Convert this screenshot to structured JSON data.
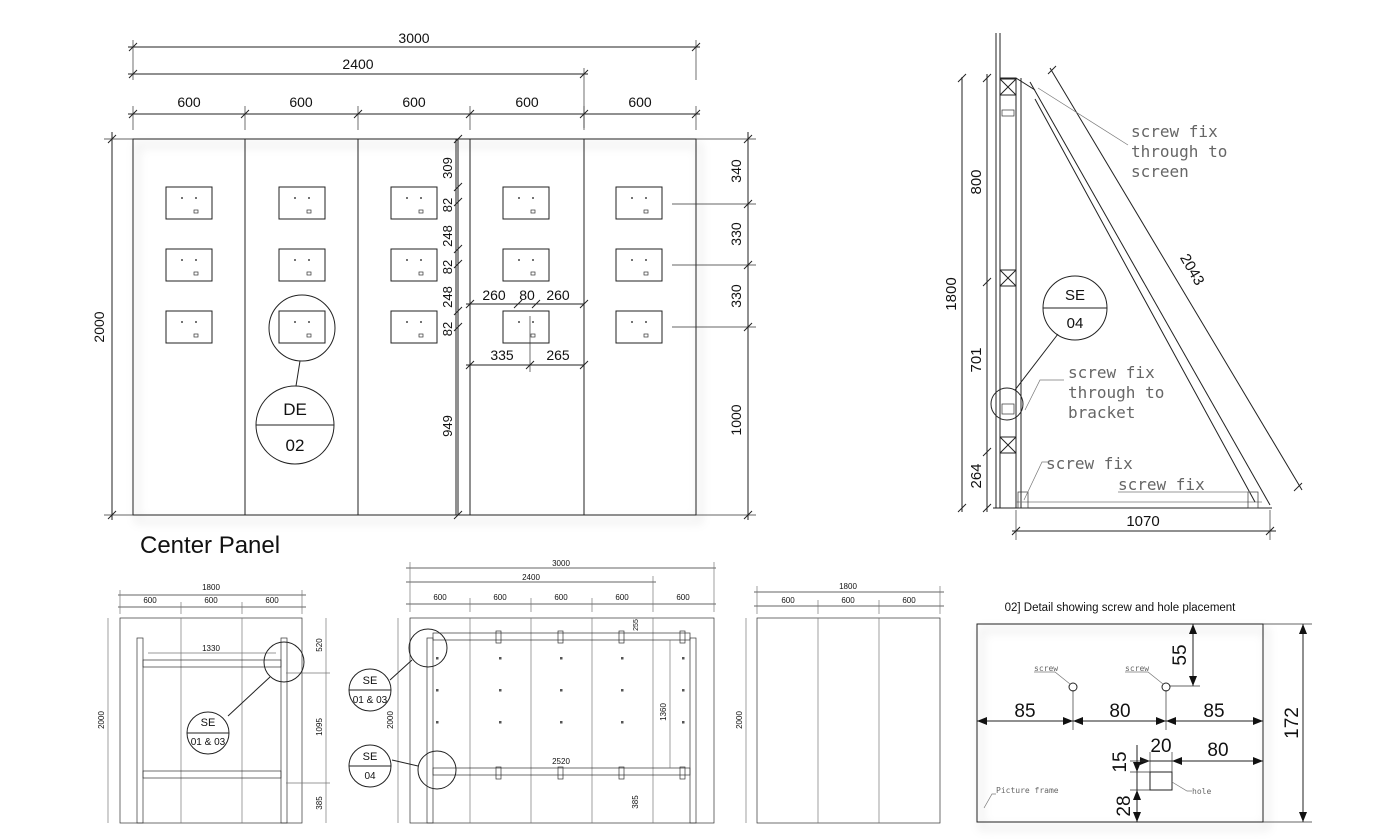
{
  "center": {
    "overall": "3000",
    "sub": "2400",
    "cols": [
      "600",
      "600",
      "600",
      "600",
      "600"
    ],
    "height": "2000",
    "vdims": [
      "309",
      "82",
      "248",
      "82",
      "248",
      "82",
      "949"
    ],
    "rdims": [
      "340",
      "330",
      "330",
      "1000"
    ],
    "h260a": "260",
    "h80": "80",
    "h260b": "260",
    "h335": "335",
    "h265": "265",
    "de_top": "DE",
    "de_bot": "02",
    "title": "Center Panel"
  },
  "side": {
    "d800": "800",
    "d1800": "1800",
    "d701": "701",
    "d264": "264",
    "d2043": "2043",
    "d1070": "1070",
    "se_top": "SE",
    "se_bot": "04",
    "note1": [
      "screw fix",
      "through to",
      "screen"
    ],
    "note2": [
      "screw fix",
      "through to",
      "bracket"
    ],
    "note3": "screw fix",
    "note4": "screw fix"
  },
  "back1": {
    "w": "1800",
    "cols": [
      "600",
      "600",
      "600"
    ],
    "rail": "1330",
    "h": "2000",
    "r1": "520",
    "r2": "1095",
    "r3": "385",
    "se_top": "SE",
    "se_bot": "01 & 03"
  },
  "back2": {
    "overall": "3000",
    "sub": "2400",
    "cols": [
      "600",
      "600",
      "600",
      "600",
      "600"
    ],
    "h": "2000",
    "d255": "255",
    "d1360": "1360",
    "d2520": "2520",
    "d385": "385",
    "se1_top": "SE",
    "se1_bot": "01 & 03",
    "se2_top": "SE",
    "se2_bot": "04"
  },
  "back3": {
    "w": "1800",
    "cols": [
      "600",
      "600",
      "600"
    ],
    "h": "2000"
  },
  "detail": {
    "title": "02] Detail showing screw and hole placement",
    "d85a": "85",
    "d80": "80",
    "d85b": "85",
    "d55": "55",
    "d172": "172",
    "d20": "20",
    "d80b": "80",
    "d15": "15",
    "d28": "28",
    "screw1": "screw",
    "screw2": "screw",
    "hole": "hole",
    "frame": "Picture frame"
  }
}
